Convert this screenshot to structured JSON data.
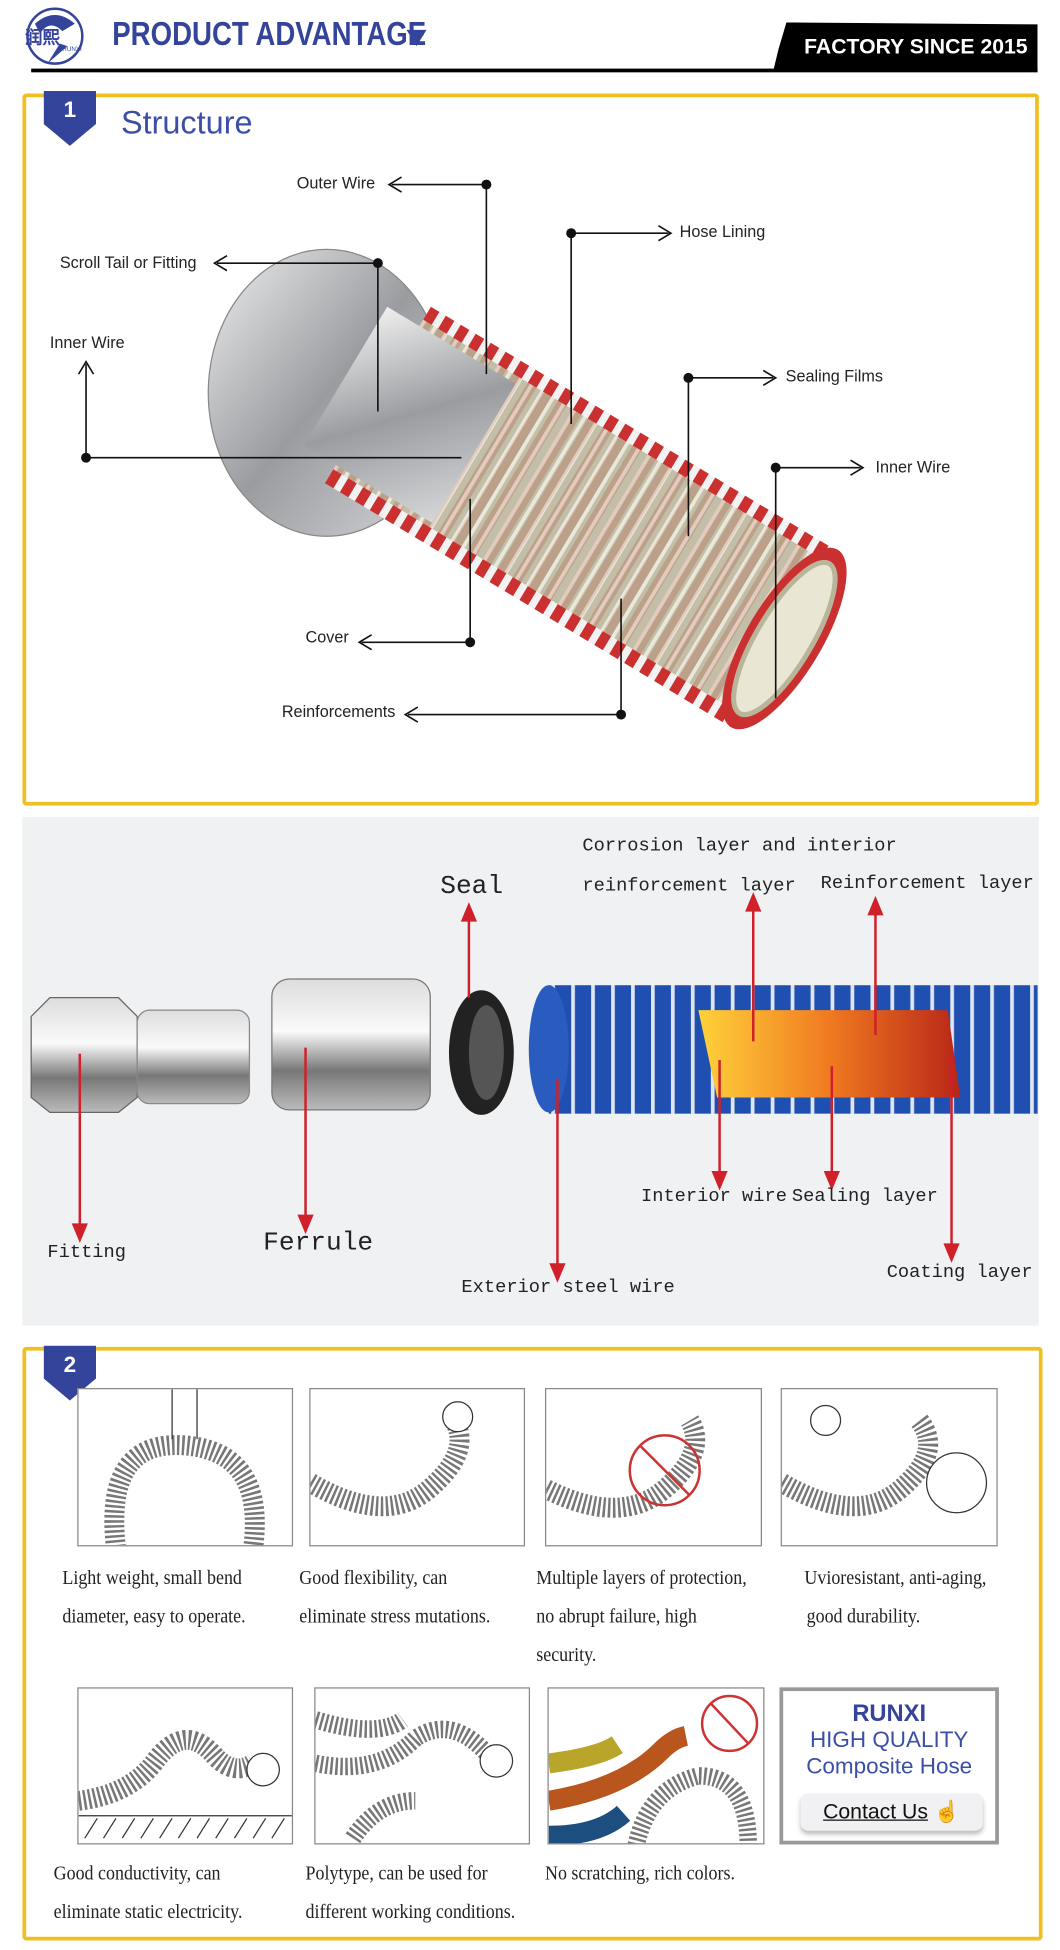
{
  "header": {
    "logo_text": "润熙",
    "logo_sub": "RUNXI",
    "title": "PRODUCT ADVANTAGE",
    "tagline": "FACTORY SINCE 2015"
  },
  "structure": {
    "badge": "1",
    "title": "Structure",
    "labels": {
      "outer_wire": "Outer Wire",
      "scroll_tail": "Scroll Tail or Fitting",
      "inner_wire_left": "Inner Wire",
      "hose_lining": "Hose Lining",
      "sealing_films": "Sealing Films",
      "inner_wire_right": "Inner Wire",
      "cover": "Cover",
      "reinforcements": "Reinforcements"
    }
  },
  "exploded": {
    "seal": "Seal",
    "corrosion_1": "Corrosion layer and interior",
    "corrosion_2": "reinforcement layer",
    "reinforcement": "Reinforcement layer",
    "fitting": "Fitting",
    "ferrule": "Ferrule",
    "exterior_wire": "Exterior steel wire",
    "interior_wire": "Interior wire",
    "sealing_layer": "Sealing layer",
    "coating_layer": "Coating layer"
  },
  "advantages": {
    "badge": "2",
    "items": [
      {
        "lines": [
          "Light weight, small bend",
          "diameter, easy to operate."
        ]
      },
      {
        "lines": [
          "Good flexibility, can",
          "eliminate stress mutations."
        ]
      },
      {
        "lines": [
          "Multiple layers of protection,",
          "no abrupt failure, high",
          "security."
        ]
      },
      {
        "lines": [
          "Uvioresistant, anti-aging,",
          "good durability."
        ]
      },
      {
        "lines": [
          "Good conductivity, can",
          "eliminate static electricity."
        ]
      },
      {
        "lines": [
          "Polytype, can be used for",
          "different working conditions."
        ]
      },
      {
        "lines": [
          "No scratching, rich colors."
        ]
      }
    ],
    "card": {
      "brand": "RUNXI",
      "line1": "HIGH QUALITY",
      "line2": "Composite Hose",
      "contact": "Contact Us"
    }
  },
  "colors": {
    "brand": "#34449a",
    "frame": "#f0c020",
    "arrow": "#d0202a"
  }
}
